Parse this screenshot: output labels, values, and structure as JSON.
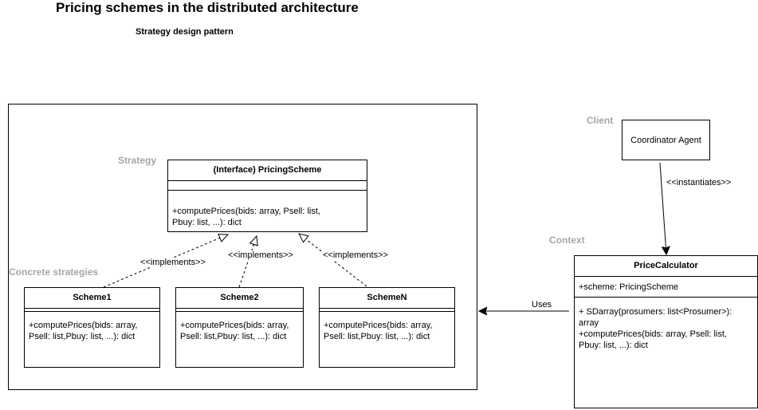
{
  "title": "Pricing schemes in the distributed architecture",
  "subtitle": "Strategy design pattern",
  "labels": {
    "strategy": "Strategy",
    "concrete_strategies": "Concrete strategies",
    "client": "Client",
    "context": "Context"
  },
  "interface_class": {
    "name": "(Interface) PricingScheme",
    "method_line1": "+computePrices(bids: array, Psell: list,",
    "method_line2": "Pbuy: list, ...): dict"
  },
  "schemes": [
    {
      "name": "Scheme1",
      "method_line1": "+computePrices(bids: array,",
      "method_line2": "Psell: list,Pbuy: list, ...): dict"
    },
    {
      "name": "Scheme2",
      "method_line1": "+computePrices(bids: array,",
      "method_line2": "Psell: list,Pbuy: list, ...): dict"
    },
    {
      "name": "SchemeN",
      "method_line1": "+computePrices(bids: array,",
      "method_line2": "Psell: list,Pbuy: list, ...): dict"
    }
  ],
  "implements_label": "<<implements>>",
  "coordinator": {
    "name": "Coordinator Agent"
  },
  "instantiates_label": "<<instantiates>>",
  "price_calculator": {
    "name": "PriceCalculator",
    "attribute": "+scheme: PricingScheme",
    "method1_line1": "+ SDarray(prosumers: list<Prosumer>):",
    "method1_line2": "array",
    "method2_line1": "+computePrices(bids: array, Psell: list,",
    "method2_line2": "Pbuy: list, ...): dict"
  },
  "uses_label": "Uses"
}
